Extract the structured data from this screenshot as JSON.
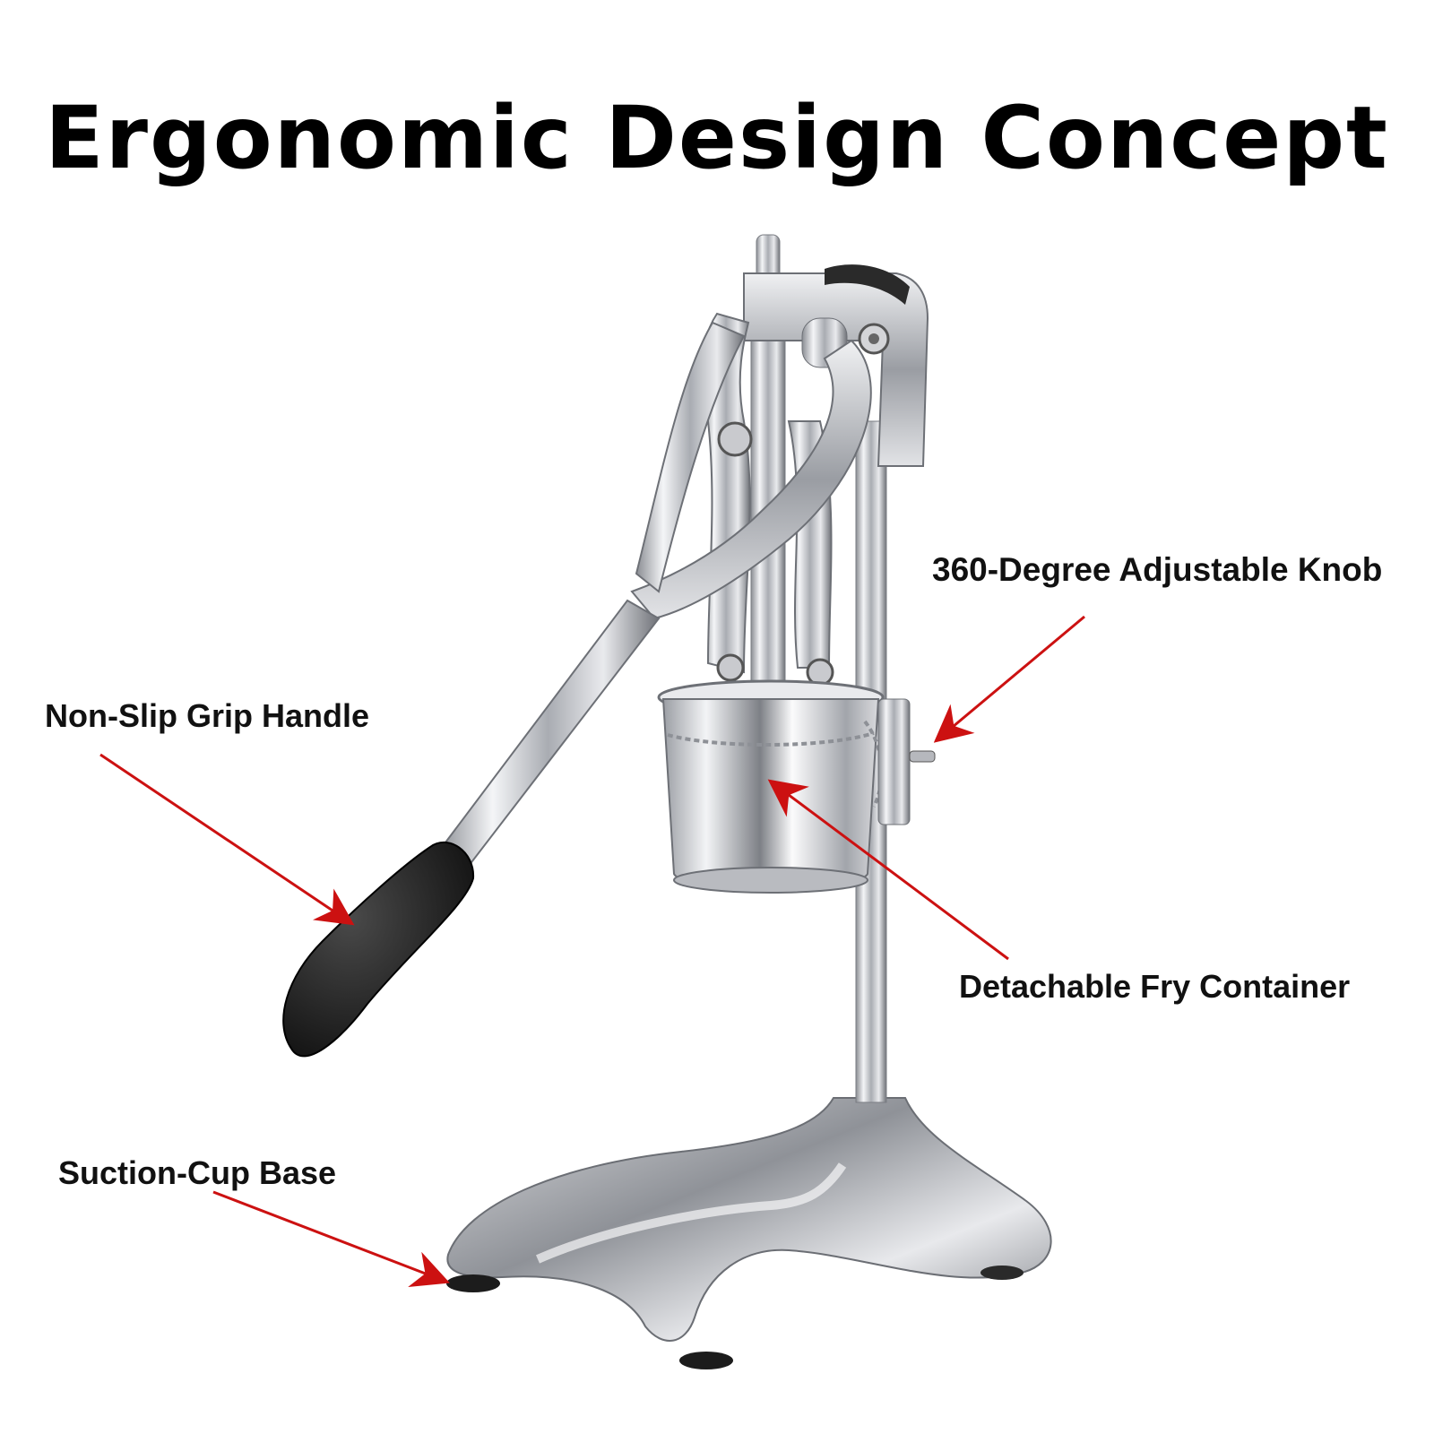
{
  "title": "Ergonomic Design Concept",
  "labels": {
    "knob": "360-Degree Adjustable Knob",
    "grip": "Non-Slip Grip Handle",
    "container": "Detachable Fry Container",
    "base": "Suction-Cup Base"
  },
  "colors": {
    "arrow": "#cc1111",
    "handle_grip": "#1a1a1a",
    "steel_light": "#f2f3f5",
    "steel_dark": "#6d7076"
  }
}
